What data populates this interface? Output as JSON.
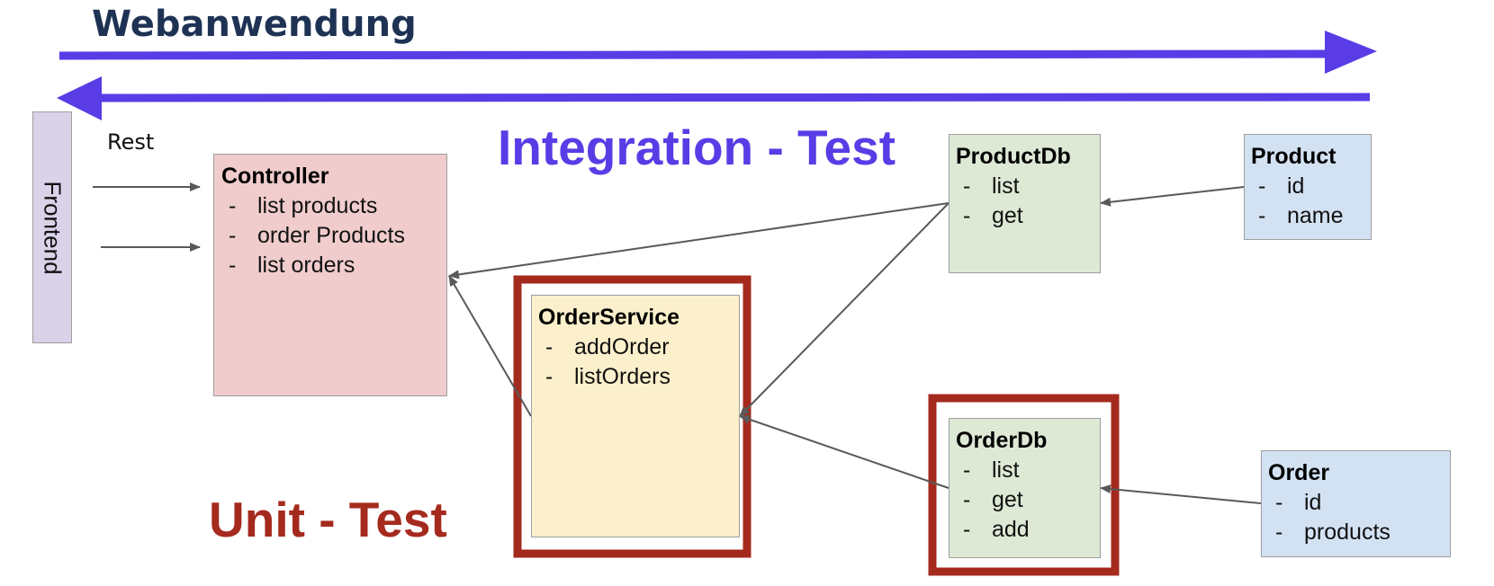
{
  "headings": {
    "webapp": "Webanwendung",
    "integration": "Integration - Test",
    "unit": "Unit - Test",
    "rest": "Rest"
  },
  "frontend": {
    "label": "Frontend"
  },
  "components": {
    "controller": {
      "title": "Controller",
      "items": [
        "list products",
        "order Products",
        "list orders"
      ]
    },
    "orderservice": {
      "title": "OrderService",
      "items": [
        "addOrder",
        "listOrders"
      ]
    },
    "productdb": {
      "title": "ProductDb",
      "items": [
        "list",
        "get"
      ]
    },
    "orderdb": {
      "title": "OrderDb",
      "items": [
        "list",
        "get",
        "add"
      ]
    },
    "product": {
      "title": "Product",
      "items": [
        "id",
        "name"
      ]
    },
    "order": {
      "title": "Order",
      "items": [
        "id",
        "products"
      ]
    }
  },
  "colors": {
    "webapp_arrow": "#5a3ce6",
    "webapp_text": "#1e3254",
    "integration_text": "#5a3ce6",
    "unit_frame": "#a52a1e",
    "connector": "#595959",
    "frontend_fill": "#d9d2e9",
    "controller_fill": "#f0cccc",
    "service_fill": "#fcf0cc",
    "db_fill": "#dde9d5",
    "model_fill": "#d3e2f3"
  }
}
